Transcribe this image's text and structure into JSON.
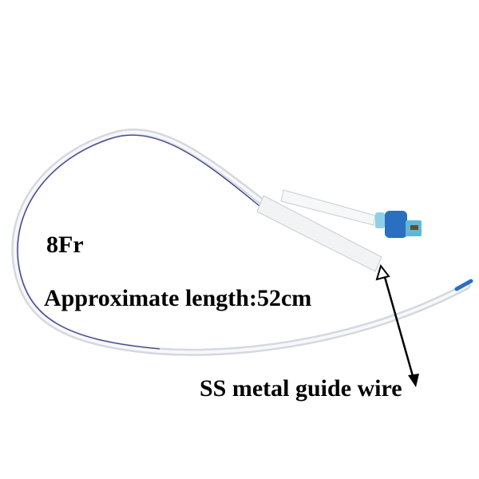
{
  "labels": {
    "size": "8Fr",
    "length": "Approximate length:52cm",
    "guide_wire": "SS metal guide wire"
  },
  "colors": {
    "tube": "#d8dde3",
    "guide_wire": "#3a3f8a",
    "valve": "#2a6fc0",
    "valve_light": "#5fb8d8"
  }
}
